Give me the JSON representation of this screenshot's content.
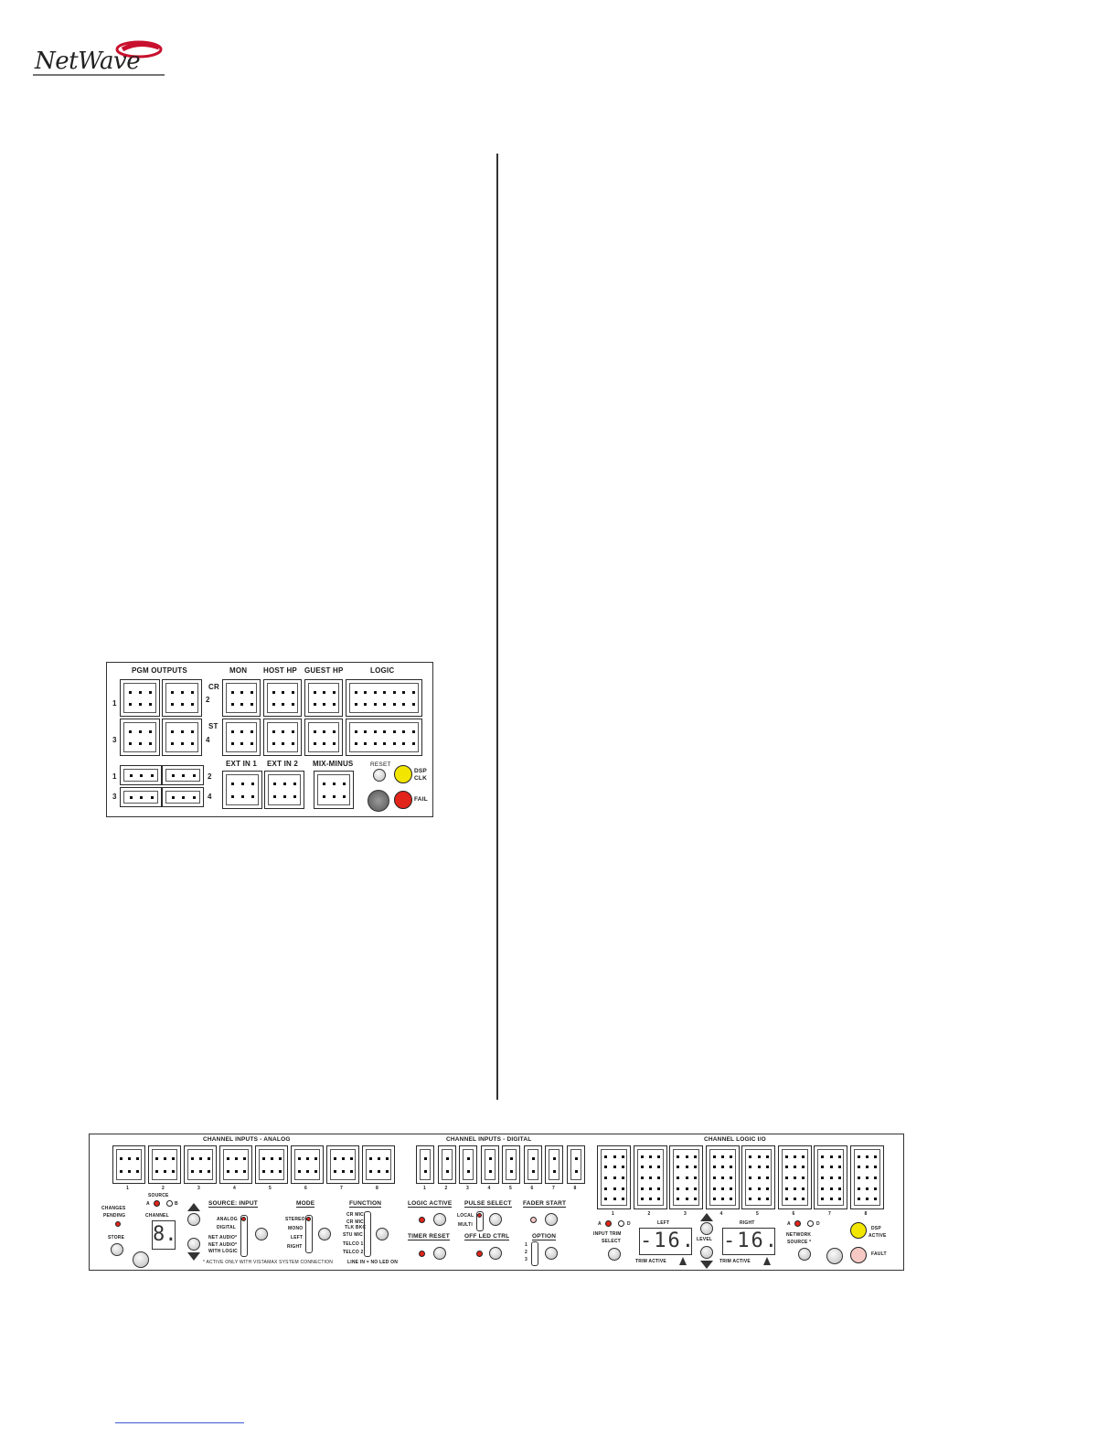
{
  "brand": {
    "logo_text": "NetWave",
    "accent": "#c8102e"
  },
  "rear_panel": {
    "pgm_outputs": "PGM OUTPUTS",
    "mon": "MON",
    "host_hp": "HOST HP",
    "guest_hp": "GUEST HP",
    "logic": "LOGIC",
    "cr": "CR",
    "st": "ST",
    "num_1": "1",
    "num_2": "2",
    "num_3": "3",
    "num_4": "4",
    "ext_in_1": "EXT IN 1",
    "ext_in_2": "EXT IN 2",
    "mix_minus": "MIX-MINUS",
    "reset": "RESET",
    "dsp": "DSP",
    "clk": "CLK",
    "fail": "FAIL",
    "colors": {
      "yellow": "#f2e600",
      "red": "#e1251b"
    }
  },
  "front_panel": {
    "analog_title": "CHANNEL INPUTS - ANALOG",
    "digital_title": "CHANNEL INPUTS - DIGITAL",
    "logic_title": "CHANNEL LOGIC I/O",
    "channel_numbers": [
      "1",
      "2",
      "3",
      "4",
      "5",
      "6",
      "7",
      "8"
    ],
    "changes": "CHANGES",
    "pending": "PENDING",
    "source": "SOURCE",
    "src_a": "A",
    "src_b": "B",
    "channel": "CHANNEL",
    "channel_display": "8.",
    "store": "STORE",
    "source_input": "SOURCE:  INPUT",
    "src_opts": [
      "ANALOG",
      "DIGITAL",
      "NET AUDIO*",
      "NET AUDIO*",
      "WITH LOGIC"
    ],
    "footnote": "*  ACTIVE ONLY WITH VISTAMAX SYSTEM CONNECTION",
    "mode": "MODE",
    "mode_opts": [
      "STEREO",
      "MONO",
      "LEFT",
      "RIGHT"
    ],
    "function": "FUNCTION",
    "func_opts": [
      "CR MIC",
      "CR MIC",
      "TLK BKC",
      "STU MIC",
      "TELCO 1",
      "TELCO 2"
    ],
    "line_in": "LINE IN  =  NO LED ON",
    "logic_active": "LOGIC ACTIVE",
    "pulse_select": "PULSE SELECT",
    "local": "LOCAL",
    "multi": "MULTI",
    "fader_start": "FADER START",
    "timer_reset": "TIMER RESET",
    "off_led_ctrl": "OFF LED CTRL",
    "option": "OPTION",
    "option_nums": [
      "1",
      "2",
      "3"
    ],
    "trim_a": "A",
    "trim_d": "D",
    "input_trim": "INPUT TRIM",
    "select": "SELECT",
    "left": "LEFT",
    "left_display": "-16.",
    "trim_active_l": "TRIM ACTIVE",
    "level": "LEVEL",
    "right": "RIGHT",
    "right_display": "-16.",
    "trim_active_r": "TRIM ACTIVE",
    "net_a": "A",
    "net_d": "D",
    "network": "NETWORK",
    "network_source": "SOURCE *",
    "dsp_active_1": "DSP",
    "dsp_active_2": "ACTIVE",
    "fault": "FAULT",
    "colors": {
      "red": "#e1251b",
      "yellow": "#f2e600",
      "pink": "#f6c9c4"
    }
  }
}
